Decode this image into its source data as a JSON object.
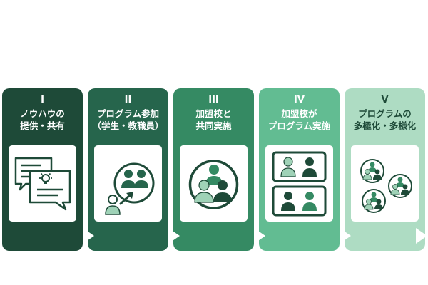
{
  "steps": [
    {
      "numeral": "I",
      "line1": "ノウハウの",
      "line2": "提供・共有",
      "icon": "speech-bubbles-icon"
    },
    {
      "numeral": "II",
      "line1": "プログラム参加",
      "line2": "（学生・教職員）",
      "icon": "people-arrow-icon"
    },
    {
      "numeral": "III",
      "line1": "加盟校と",
      "line2": "共同実施",
      "icon": "group-circle-icon"
    },
    {
      "numeral": "IV",
      "line1": "加盟校が",
      "line2": "プログラム実施",
      "icon": "two-groups-icon"
    },
    {
      "numeral": "V",
      "line1": "プログラムの",
      "line2": "多極化・多様化",
      "icon": "multiple-groups-icon"
    }
  ],
  "colors": {
    "step1": "#1e4a38",
    "step2": "#26654c",
    "step3": "#358a63",
    "step4": "#62bc92",
    "step5": "#aedcc3",
    "arrow": "#ffffff"
  }
}
